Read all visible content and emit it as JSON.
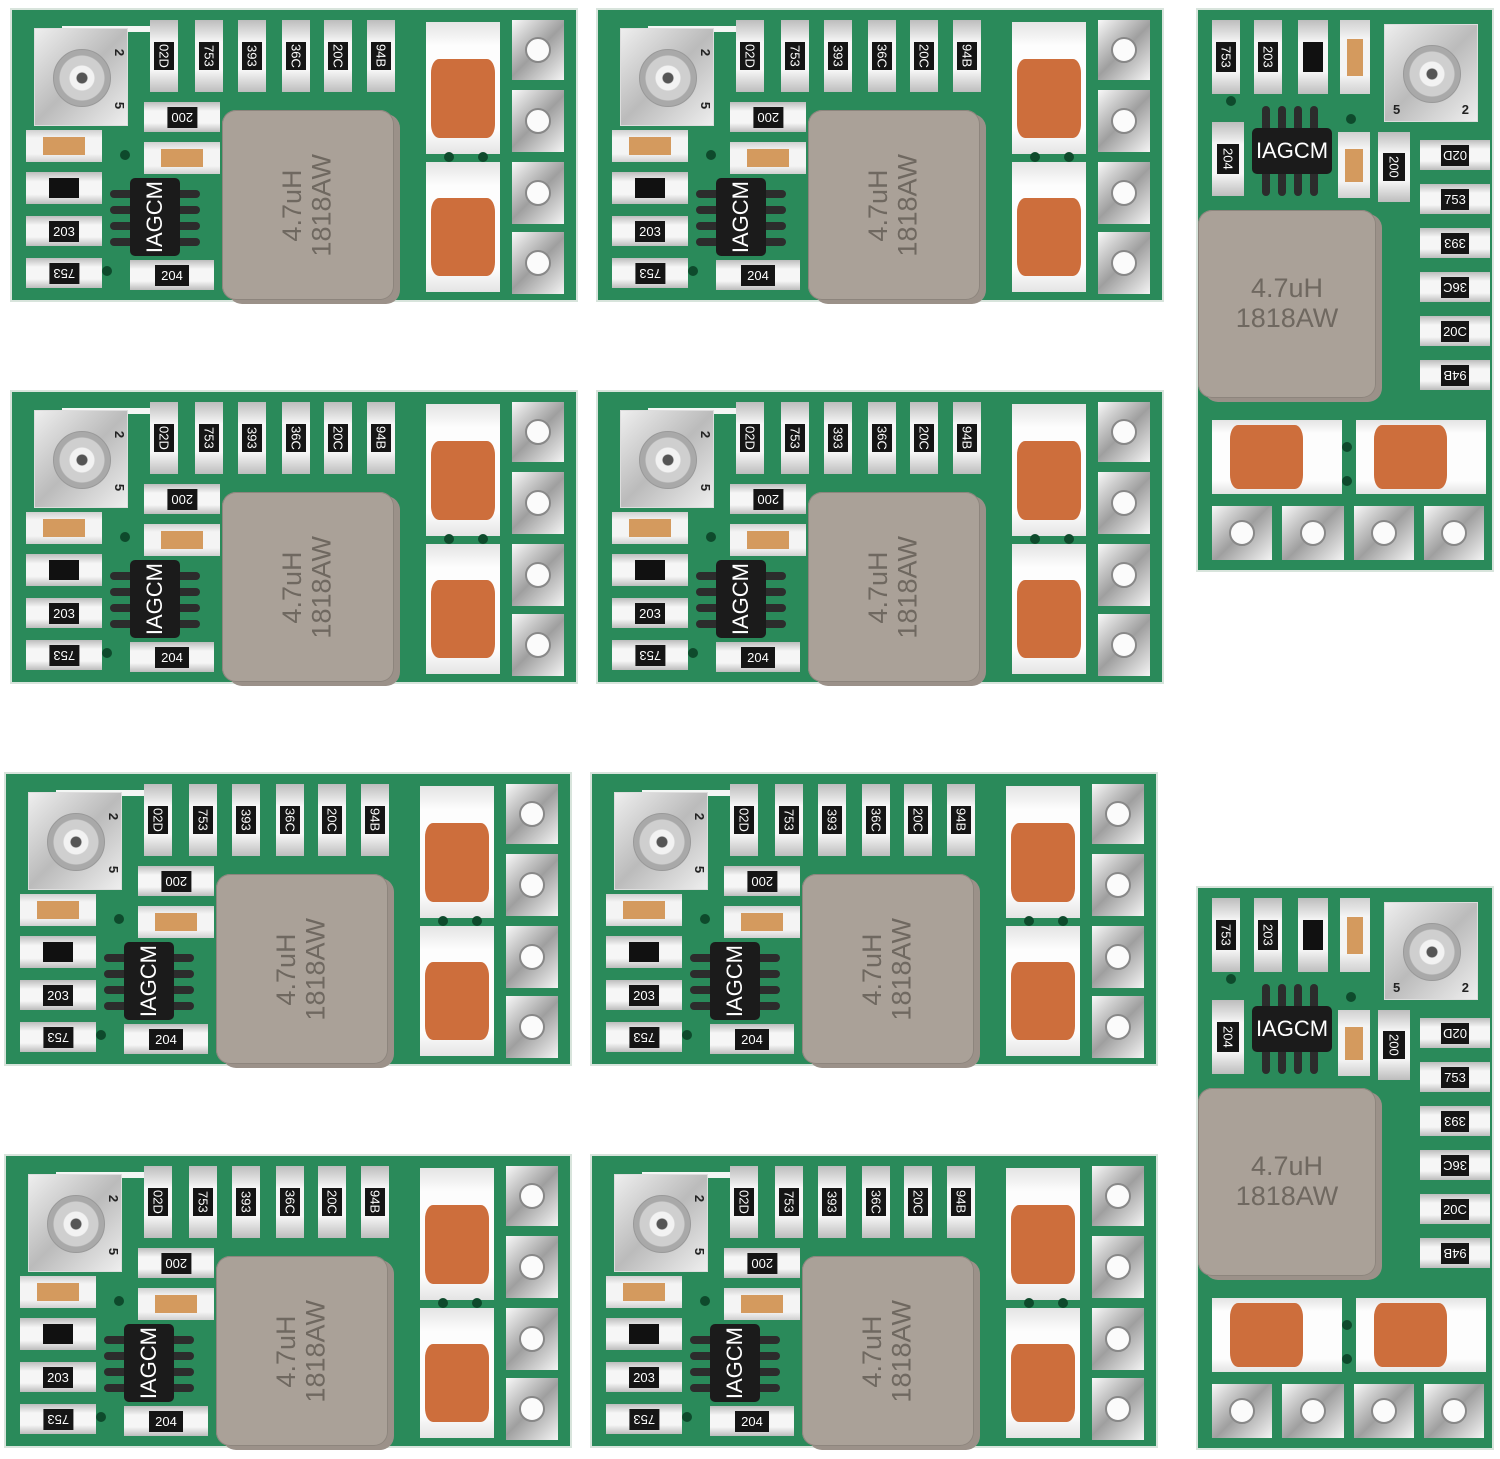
{
  "image": {
    "subject": "Mini DC-DC buck converter modules (product photo)",
    "board_count": 10,
    "background_color": "#ffffff",
    "pcb_color": "#2a8a5a",
    "inductor_color": "#aaa198",
    "capacitor_color": "#cd6e3c"
  },
  "board": {
    "inductor_line1": "4.7uH",
    "inductor_line2": "1818AW",
    "ic_marking": "IAGCM",
    "top_resistors": [
      "02D",
      "753",
      "393",
      "36C",
      "20C",
      "94B"
    ],
    "resistor_200": "200",
    "resistor_203": "203",
    "resistor_204": "204",
    "resistor_753": "753",
    "pot_mark_a": "2",
    "pot_mark_b": "5"
  }
}
